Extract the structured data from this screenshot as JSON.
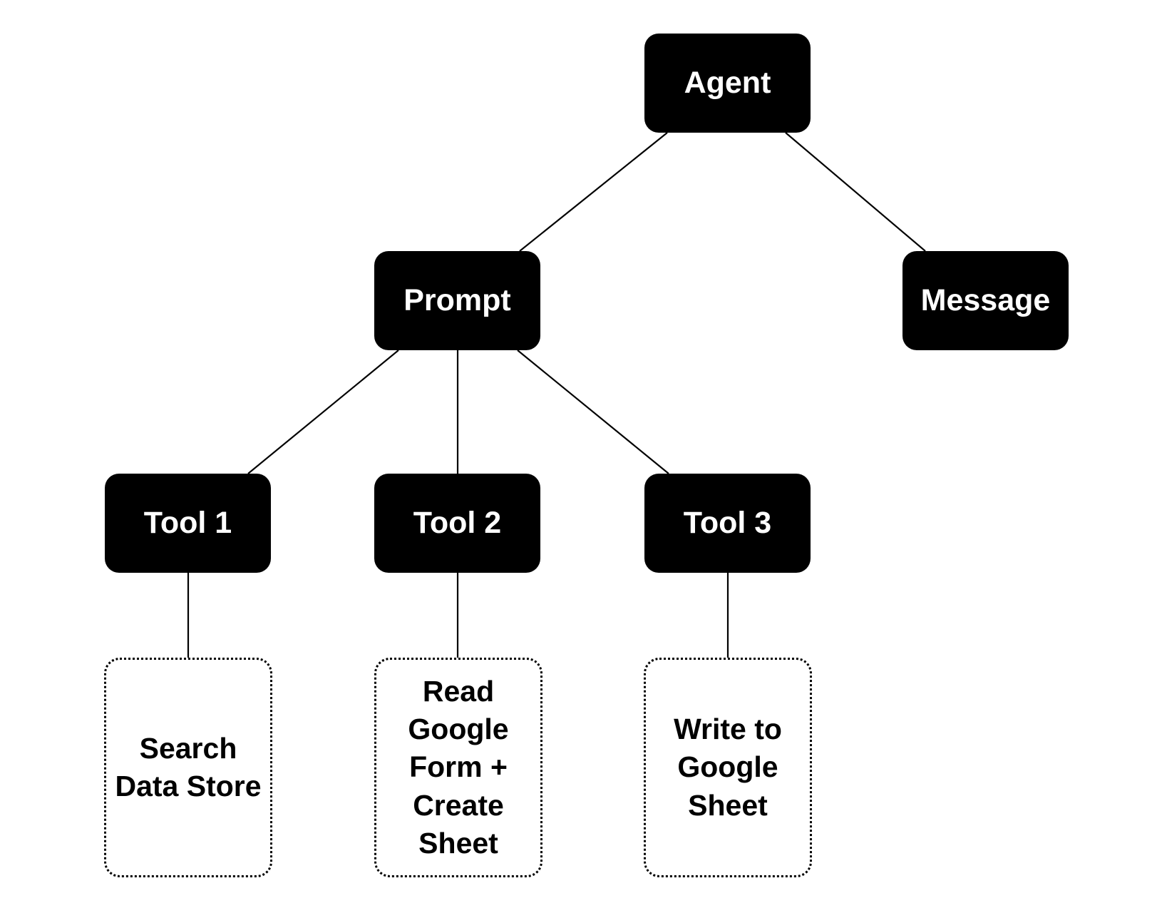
{
  "diagram": {
    "nodes": {
      "agent": {
        "label": "Agent"
      },
      "prompt": {
        "label": "Prompt"
      },
      "message": {
        "label": "Message"
      },
      "tool1": {
        "label": "Tool 1"
      },
      "tool2": {
        "label": "Tool 2"
      },
      "tool3": {
        "label": "Tool 3"
      },
      "action1": {
        "lines": [
          "Search",
          "Data Store"
        ]
      },
      "action2": {
        "lines": [
          "Read",
          "Google",
          "Form +",
          "Create",
          "Sheet"
        ]
      },
      "action3": {
        "lines": [
          "Write to",
          "Google",
          "Sheet"
        ]
      }
    },
    "edges": [
      {
        "from": "agent",
        "to": "prompt"
      },
      {
        "from": "agent",
        "to": "message"
      },
      {
        "from": "prompt",
        "to": "tool1"
      },
      {
        "from": "prompt",
        "to": "tool2"
      },
      {
        "from": "prompt",
        "to": "tool3"
      },
      {
        "from": "tool1",
        "to": "action1"
      },
      {
        "from": "tool2",
        "to": "action2"
      },
      {
        "from": "tool3",
        "to": "action3"
      }
    ],
    "colors": {
      "node_fill": "#000000",
      "node_text": "#ffffff",
      "connector": "#000000",
      "dashed_border": "#000000"
    }
  }
}
